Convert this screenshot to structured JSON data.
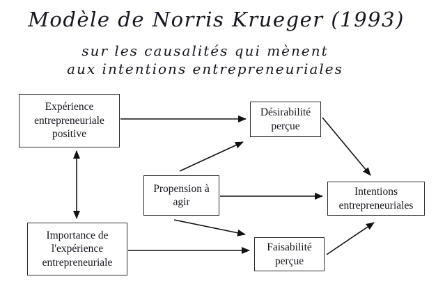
{
  "title": "Modèle de Norris Krueger (1993)",
  "subtitle": "sur les causalités qui mènent\naux intentions entrepreneuriales",
  "nodes": {
    "experience": {
      "label": "Expérience\nentrepreneuriale\npositive"
    },
    "desirabilite": {
      "label": "Désirabilité\nperçue"
    },
    "propension": {
      "label": "Propension à\nagir"
    },
    "importance": {
      "label": "Importance de\nl'expérience\nentrepreneuriale"
    },
    "faisabilite": {
      "label": "Faisabilité\nperçue"
    },
    "intentions": {
      "label": "Intentions\nentrepreneuriales"
    }
  },
  "edges": [
    {
      "from": "experience",
      "to": "desirabilite",
      "bidirectional": false
    },
    {
      "from": "experience",
      "to": "importance",
      "bidirectional": true
    },
    {
      "from": "propension",
      "to": "desirabilite",
      "bidirectional": false
    },
    {
      "from": "propension",
      "to": "intentions",
      "bidirectional": false
    },
    {
      "from": "propension",
      "to": "faisabilite",
      "bidirectional": false
    },
    {
      "from": "importance",
      "to": "faisabilite",
      "bidirectional": false
    },
    {
      "from": "desirabilite",
      "to": "intentions",
      "bidirectional": false
    },
    {
      "from": "faisabilite",
      "to": "intentions",
      "bidirectional": false
    }
  ],
  "colors": {
    "background": "#ffffff",
    "text": "#16161e",
    "line": "#111111",
    "box_border": "#2b2b2b",
    "box_fill": "#ffffff"
  }
}
